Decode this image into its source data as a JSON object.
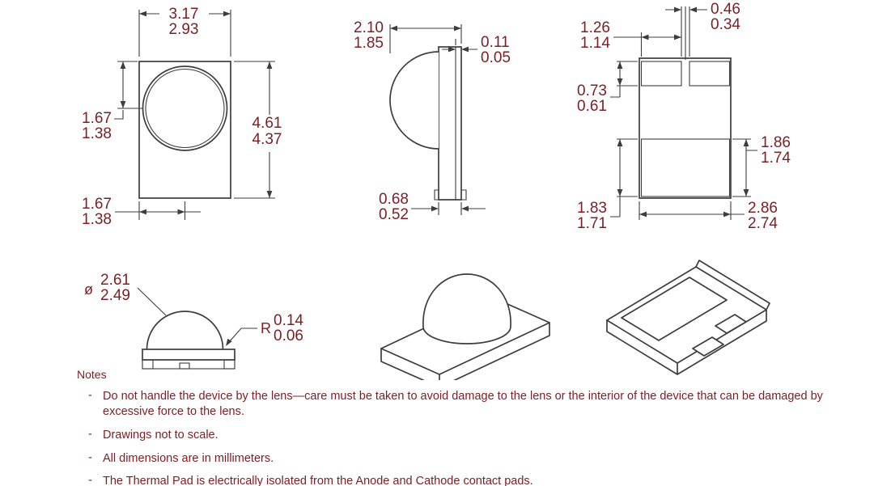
{
  "colors": {
    "line": "#3d3d3d",
    "dimension_text": "#7b2125",
    "background": "#ffffff"
  },
  "dims": {
    "top": {
      "width": [
        "3.17",
        "2.93"
      ],
      "lens_center_y": [
        "1.67",
        "1.38"
      ],
      "height": [
        "4.61",
        "4.37"
      ],
      "lens_center_x": [
        "1.67",
        "1.38"
      ]
    },
    "side": {
      "overall": [
        "2.10",
        "1.85"
      ],
      "lip": [
        "0.11",
        "0.05"
      ],
      "substrate": [
        "0.68",
        "0.52"
      ]
    },
    "bottom": {
      "pad_gap": [
        "0.46",
        "0.34"
      ],
      "pad_width": [
        "1.26",
        "1.14"
      ],
      "pad_height": [
        "0.73",
        "0.61"
      ],
      "thermal_height": [
        "1.86",
        "1.74"
      ],
      "thermal_height_left": [
        "1.83",
        "1.71"
      ],
      "overall_width": [
        "2.86",
        "2.74"
      ]
    },
    "lens": {
      "dia_symbol": "ø",
      "diameter": [
        "2.61",
        "2.49"
      ],
      "radius_symbol": "R",
      "radius": [
        "0.14",
        "0.06"
      ]
    }
  },
  "notes": {
    "title": "Notes",
    "bullet": "-",
    "items": [
      "Do not handle the device by the lens—care must be taken to avoid damage to the lens or the interior of the device that can be damaged by excessive force to the lens.",
      "Drawings not to scale.",
      "All dimensions are in millimeters.",
      "The Thermal Pad is electrically isolated from the Anode and Cathode contact pads."
    ]
  }
}
